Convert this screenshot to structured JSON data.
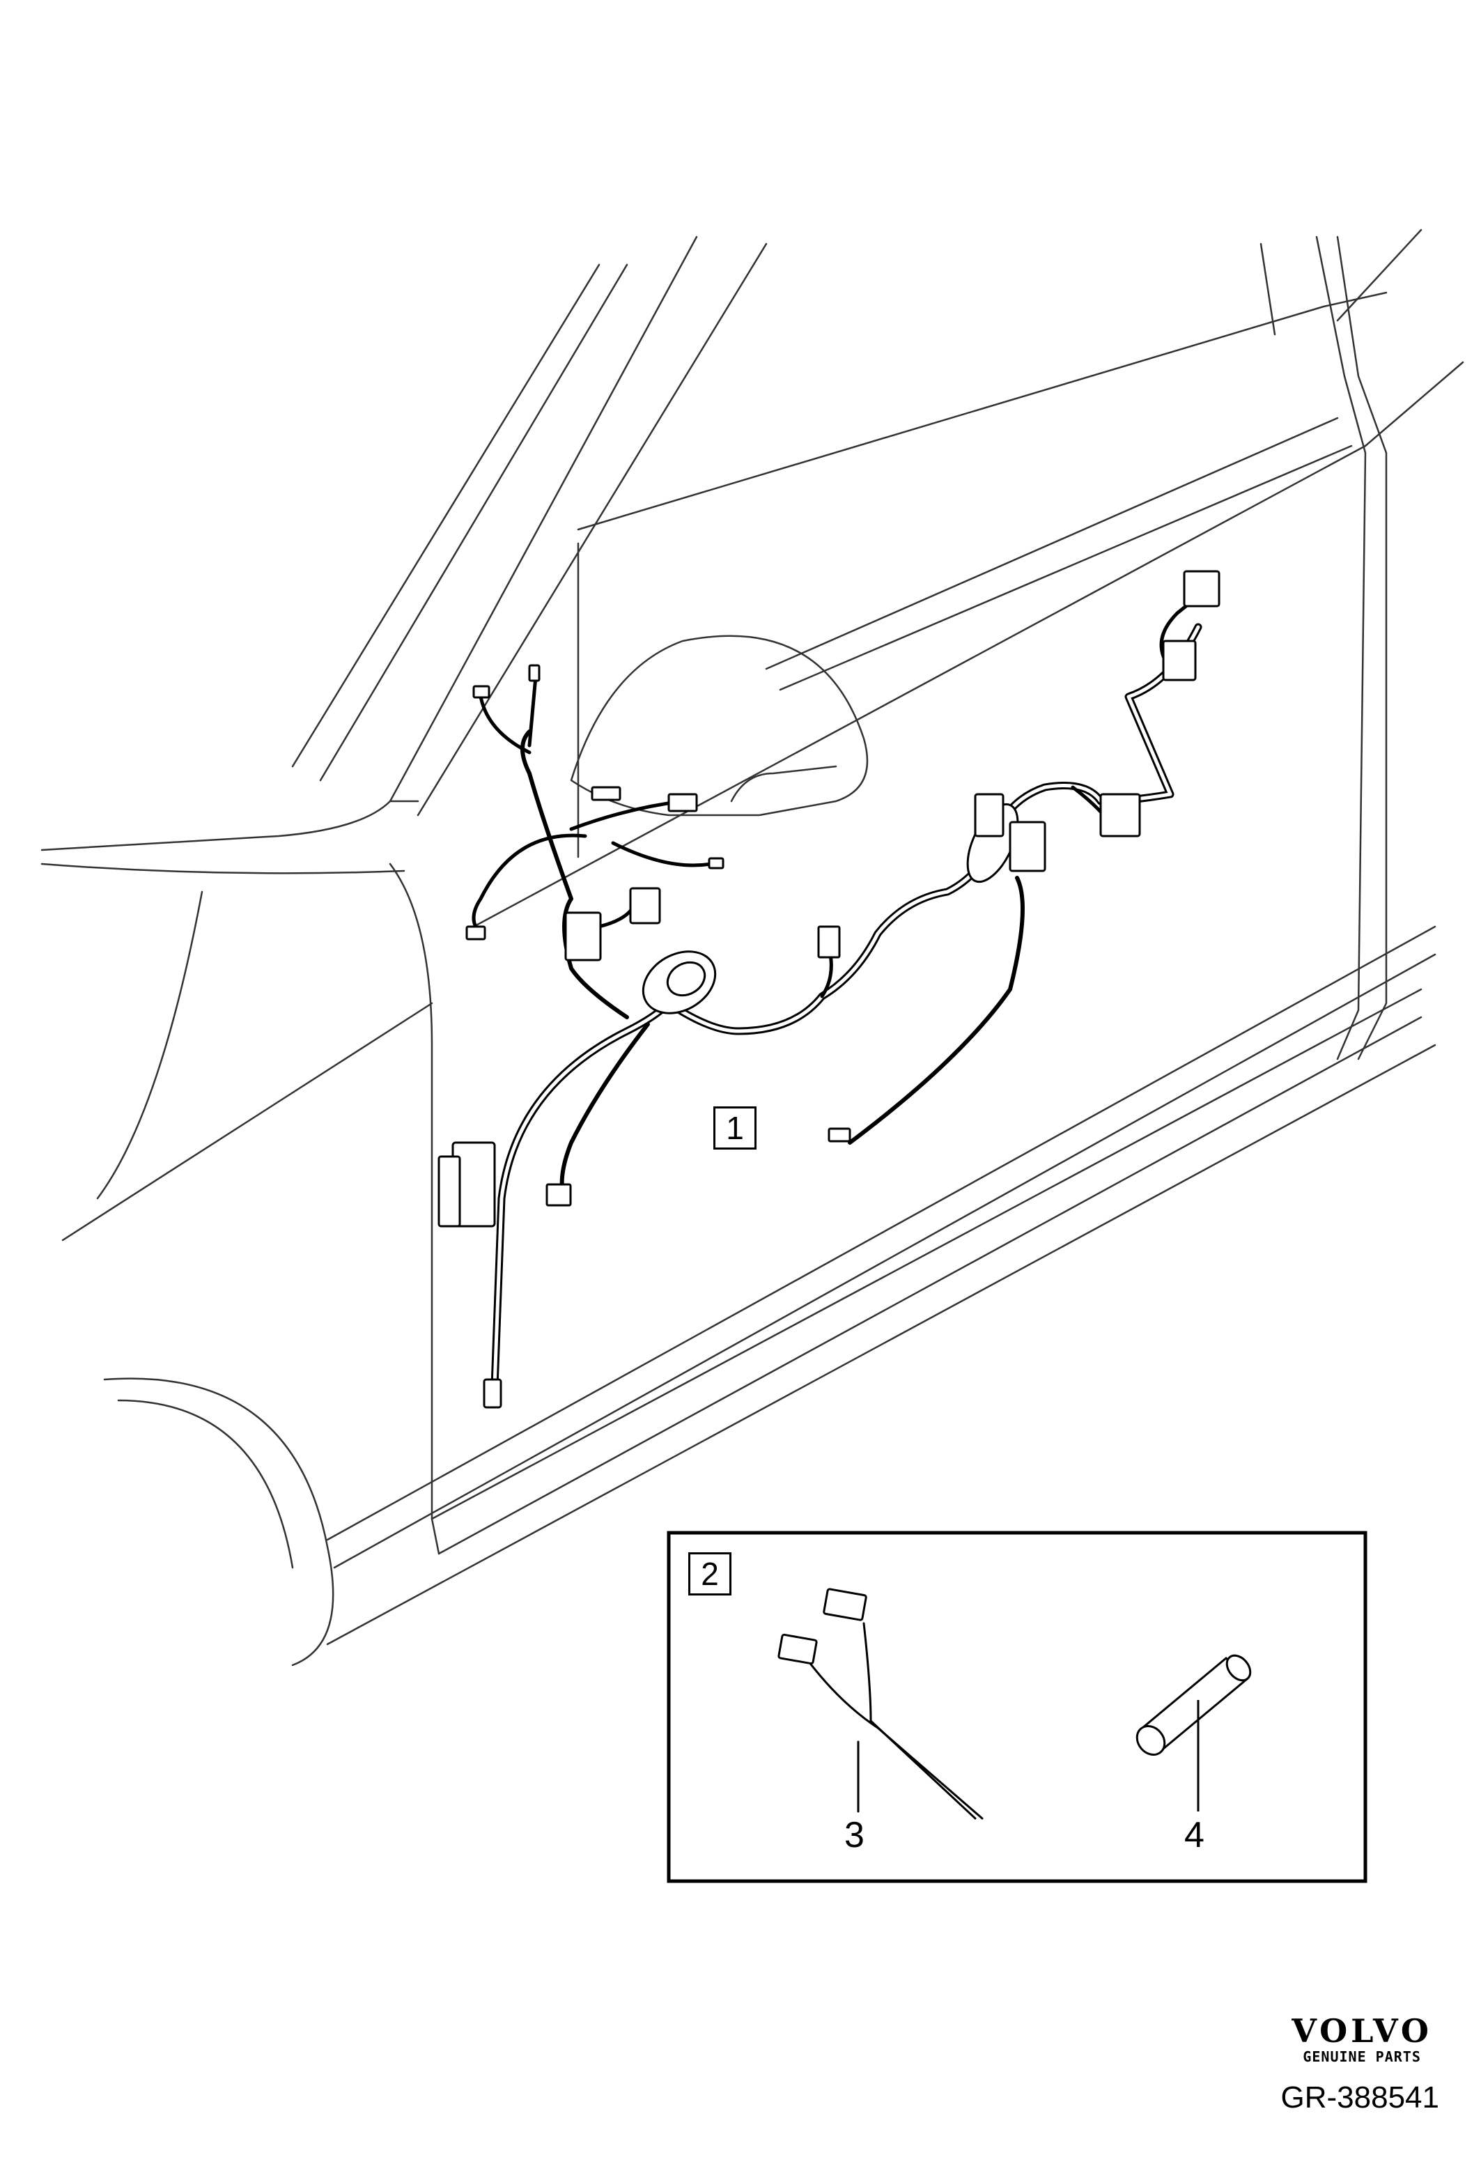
{
  "diagram": {
    "callouts": [
      {
        "id": "callout-1",
        "label": "1"
      },
      {
        "id": "callout-2",
        "label": "2"
      }
    ],
    "part_numbers": [
      {
        "id": "part-3",
        "label": "3"
      },
      {
        "id": "part-4",
        "label": "4"
      }
    ]
  },
  "branding": {
    "name": "VOLVO",
    "subtitle": "GENUINE PARTS",
    "figure_id": "GR-388541"
  }
}
